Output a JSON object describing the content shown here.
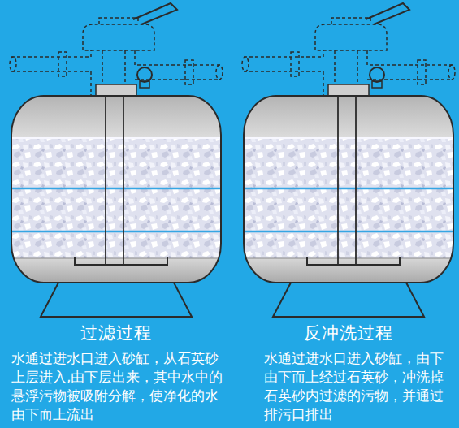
{
  "diagram": {
    "labels": [
      "过滤过程",
      "水通过进水口进入砂缸，从石英砂 上层进入,由下层出来，其中水中的 悬浮污物被吸附分解，使净化的水 由下而上流出",
      "反冲洗过程",
      "水通过进水口进入砂缸，由下 由下而上经过石英砂，冲洗掉 石英砂内过滤的污物，并通过 排污口排出"
    ]
  }
}
